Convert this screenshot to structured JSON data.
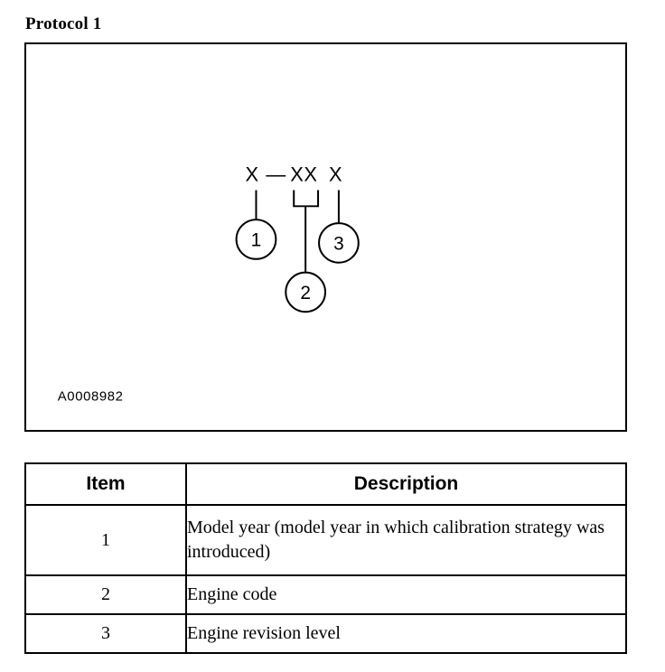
{
  "title": "Protocol 1",
  "figure": {
    "reference_code": "A0008982",
    "mask_parts": {
      "part1": "X",
      "dash": "—",
      "part2": "XX",
      "part3": "X"
    },
    "callouts": [
      {
        "number": "1",
        "target": "model-year-digit"
      },
      {
        "number": "2",
        "target": "engine-code-digits"
      },
      {
        "number": "3",
        "target": "engine-revision-digit"
      }
    ]
  },
  "table": {
    "headers": {
      "item": "Item",
      "description": "Description"
    },
    "rows": [
      {
        "item": "1",
        "description": "Model year (model year in which calibration strategy was introduced)"
      },
      {
        "item": "2",
        "description": "Engine code"
      },
      {
        "item": "3",
        "description": "Engine revision level"
      }
    ]
  },
  "colors": {
    "ink": "#000000",
    "paper": "#ffffff"
  }
}
